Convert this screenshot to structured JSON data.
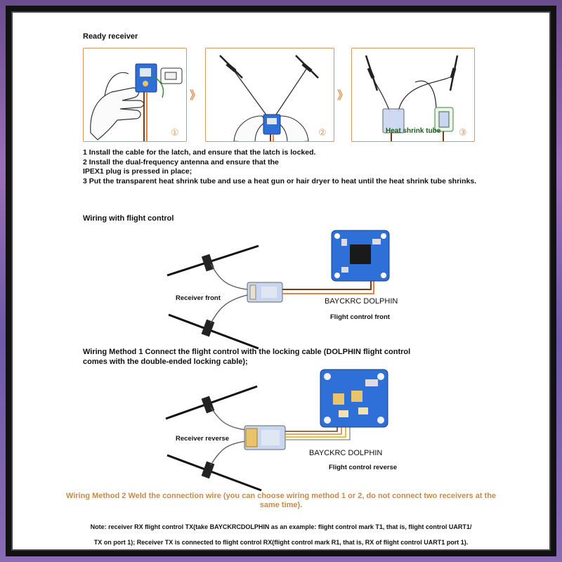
{
  "sections": {
    "ready_receiver": "Ready receiver",
    "wiring": "Wiring with flight control"
  },
  "steps": [
    "1 Install the cable for the latch, and ensure that the latch is locked.",
    "2 Install the dual-frequency antenna and ensure that the",
    "IPEX1 plug is pressed in place;",
    "3 Put the transparent heat shrink tube and use a heat gun or hair dryer to heat until the heat shrink tube shrinks."
  ],
  "panels": {
    "p1_number": "①",
    "p2_number": "②",
    "p3_number": "③",
    "separator": "》",
    "heat_shrink_label": "Heat shrink tube"
  },
  "diagram1": {
    "receiver_label": "Receiver front",
    "brand_label": "BAYCKRC DOLPHIN",
    "fc_label": "Flight control front"
  },
  "method1": {
    "line1": "Wiring Method 1 Connect the flight control with the locking cable (DOLPHIN flight control",
    "line2": "comes with the double-ended locking cable);"
  },
  "diagram2": {
    "receiver_label": "Receiver reverse",
    "brand_label": "BAYCKRC DOLPHIN",
    "fc_label": "Flight control reverse"
  },
  "method2": {
    "line1": "Wiring Method 2 Weld the connection wire (you can choose wiring method 1 or 2, do not connect two receivers at the",
    "line2": "same time)."
  },
  "note": {
    "line1": "Note: receiver RX flight control TX(take BAYCKRCDOLPHIN as an example: flight control mark T1, that is, flight control UART1/",
    "line2": "TX on port 1); Receiver TX is connected to flight control RX(flight control mark R1, that is, RX of flight control UART1 port 1)."
  },
  "colors": {
    "accent": "#d79a5a",
    "method2_text": "#c68a4c",
    "board_blue": "#2f6fd8",
    "wire_brown": "#7a3b12",
    "wire_orange": "#e8823a"
  }
}
